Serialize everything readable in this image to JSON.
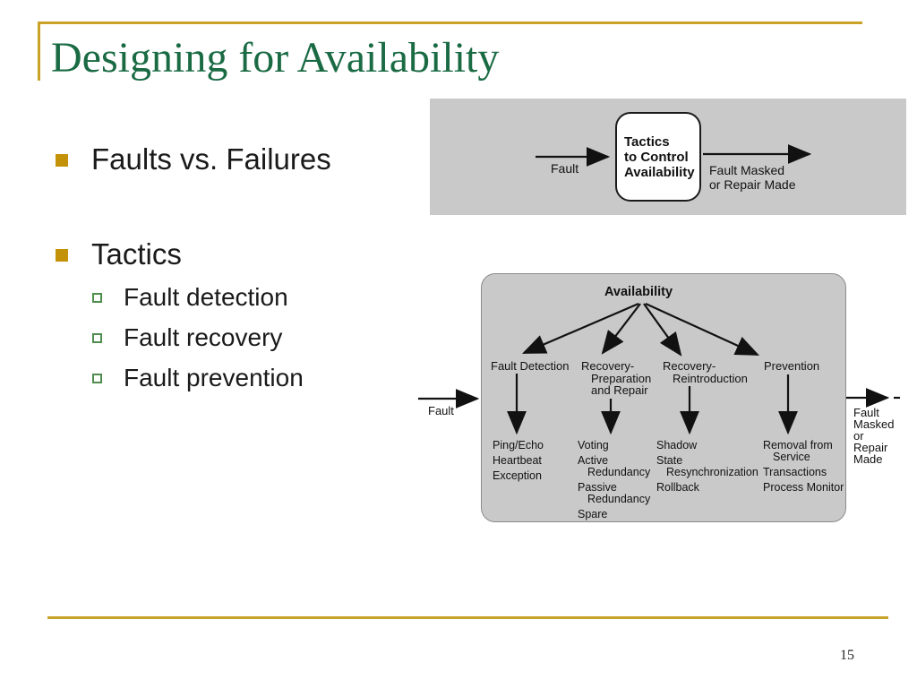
{
  "slide": {
    "title": "Designing for Availability",
    "page_number": "15"
  },
  "colors": {
    "title_green": "#1a6b44",
    "accent_gold": "#c9a227",
    "bullet_gold": "#c49209",
    "sub_bullet_green": "#4e8d4e",
    "diagram_gray": "#c9c9c9",
    "text_black": "#111111"
  },
  "bullets": [
    {
      "label": "Faults vs. Failures"
    },
    {
      "label": "Tactics",
      "children": [
        "Fault detection",
        "Fault recovery",
        "Fault prevention"
      ]
    }
  ],
  "diagram_top": {
    "input_label": "Fault",
    "box_lines": [
      "Tactics",
      "to Control",
      "Availability"
    ],
    "output_lines": [
      "Fault Masked",
      "or Repair Made"
    ]
  },
  "diagram_bottom": {
    "root_label": "Availability",
    "input_label": "Fault",
    "output_lines": [
      "Fault",
      "Masked",
      "or",
      "Repair",
      "Made"
    ],
    "categories": [
      {
        "name_lines": [
          "Fault Detection"
        ],
        "tactics": [
          [
            "Ping/Echo"
          ],
          [
            "Heartbeat"
          ],
          [
            "Exception"
          ]
        ]
      },
      {
        "name_lines": [
          "Recovery-",
          "Preparation",
          "and Repair"
        ],
        "tactics": [
          [
            "Voting"
          ],
          [
            "Active",
            "Redundancy"
          ],
          [
            "Passive",
            "Redundancy"
          ],
          [
            "Spare"
          ]
        ]
      },
      {
        "name_lines": [
          "Recovery-",
          "Reintroduction"
        ],
        "tactics": [
          [
            "Shadow"
          ],
          [
            "State",
            "Resynchronization"
          ],
          [
            "Rollback"
          ]
        ]
      },
      {
        "name_lines": [
          "Prevention"
        ],
        "tactics": [
          [
            "Removal from",
            "Service"
          ],
          [
            "Transactions"
          ],
          [
            "Process Monitor"
          ]
        ]
      }
    ]
  }
}
